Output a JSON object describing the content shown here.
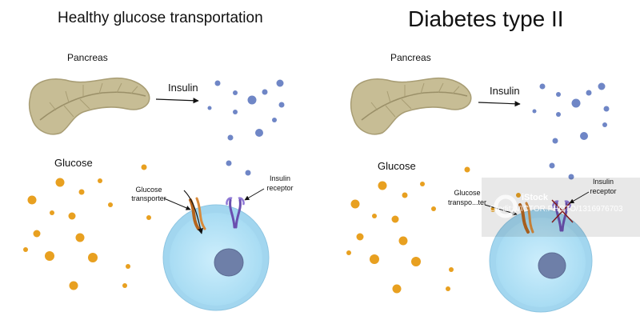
{
  "panels": {
    "left": {
      "title": "Healthy glucose transportation",
      "pancreas_label": "Pancreas",
      "insulin_label": "Insulin",
      "glucose_label": "Glucose",
      "glucose_transporter_label": [
        "Glucose",
        "transporter"
      ],
      "insulin_receptor_label": [
        "Insulin",
        "receptor"
      ]
    },
    "right": {
      "title": "Diabetes type II",
      "pancreas_label": "Pancreas",
      "insulin_label": "Insulin",
      "glucose_label": "Glucose",
      "glucose_transporter_label": [
        "Glucose",
        "transpo...ter"
      ],
      "insulin_receptor_label": [
        "Insulin",
        "receptor"
      ]
    }
  },
  "watermark": {
    "logo_text": "iStock",
    "id_text": "Credit: VICTOR.PHOTO/1316976703"
  },
  "colors": {
    "insulin": "#6f86c6",
    "glucose": "#e8a020",
    "cell_membrane": "#9fd4ee",
    "cell_cytoplasm": "#bfe6f8",
    "nucleus": "#6e7fa8",
    "pancreas": "#c4b992",
    "transporter": "#b5651d",
    "receptor": "#6a4fb0"
  }
}
